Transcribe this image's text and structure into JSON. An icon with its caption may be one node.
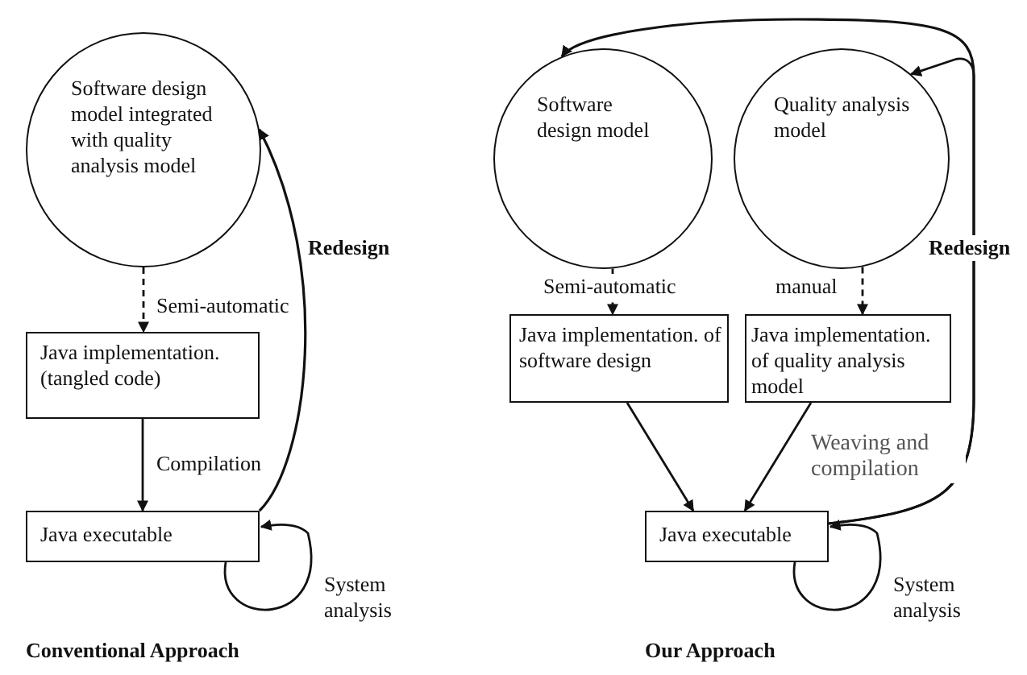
{
  "diagram": {
    "nodes": [
      {
        "text": [
          "Software design model integrated with quality analysis model"
        ]
      },
      {
        "text": [
          "Java implementation. (tangled code)"
        ]
      },
      {
        "text": [
          "Java executable"
        ]
      },
      {
        "text": [
          "Software design model"
        ]
      },
      {
        "text": [
          "Quality analysis model"
        ]
      },
      {
        "text": [
          "Java implementation. of software design"
        ]
      },
      {
        "text": [
          "Java implementation. of quality analysis model"
        ]
      },
      {
        "text": [
          "Java executable"
        ]
      }
    ],
    "edges": [
      {
        "from": 0,
        "to": 1,
        "arrow": "to",
        "style": "dashed",
        "label": "Semi-automatic"
      },
      {
        "from": 1,
        "to": 2,
        "arrow": "to",
        "label": "Compilation"
      },
      {
        "from": 2,
        "to": 0,
        "arrow": "to",
        "label": "Redesign"
      },
      {
        "from": 2,
        "to": 2,
        "arrow": "to",
        "label": "System analysis"
      },
      {
        "from": 3,
        "to": 5,
        "arrow": "to",
        "style": "dashed",
        "label": "Semi-automatic"
      },
      {
        "from": 4,
        "to": 6,
        "arrow": "to",
        "style": "dashed",
        "label": "manual"
      },
      {
        "from": 5,
        "to": 7,
        "arrow": "to"
      },
      {
        "from": 6,
        "to": 7,
        "arrow": "to",
        "label": "Weaving and compilation"
      },
      {
        "from": 7,
        "to": 3,
        "arrow": "to",
        "label": "Redesign"
      },
      {
        "from": 7,
        "to": 4,
        "arrow": "to"
      },
      {
        "from": 7,
        "to": 7,
        "arrow": "to",
        "label": "System analysis"
      }
    ],
    "labels": [
      "Conventional Approach",
      "Our Approach"
    ]
  }
}
